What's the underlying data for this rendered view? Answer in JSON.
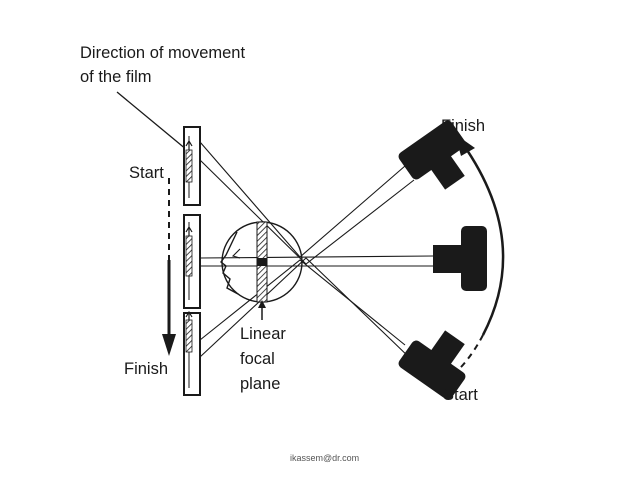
{
  "diagram": {
    "title_line1": "Direction of movement",
    "title_line2": "of the film",
    "film_start": "Start",
    "film_finish": "Finish",
    "plane_line1": "Linear",
    "plane_line2": "focal",
    "plane_line3": "plane",
    "tube_finish": "Finish",
    "tube_start": "Start"
  },
  "footer": {
    "credit": "ikassem@dr.com"
  },
  "colors": {
    "ink": "#1a1a1a",
    "background": "#ffffff"
  }
}
